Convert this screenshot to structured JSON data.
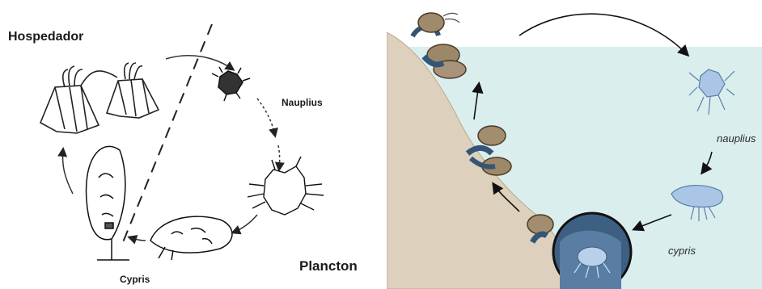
{
  "left_diagram": {
    "host_label": "Hospedador",
    "plankton_label": "Plancton",
    "nauplius_label": "Nauplius",
    "cypris_label": "Cypris"
  },
  "right_diagram": {
    "nauplius_label": "nauplius",
    "cypris_label": "cypris"
  },
  "colors": {
    "sea_water": "#dbeeee",
    "rock": "#ddd0bc",
    "larva_blue": "#a9c6e6",
    "ink": "#111111"
  }
}
